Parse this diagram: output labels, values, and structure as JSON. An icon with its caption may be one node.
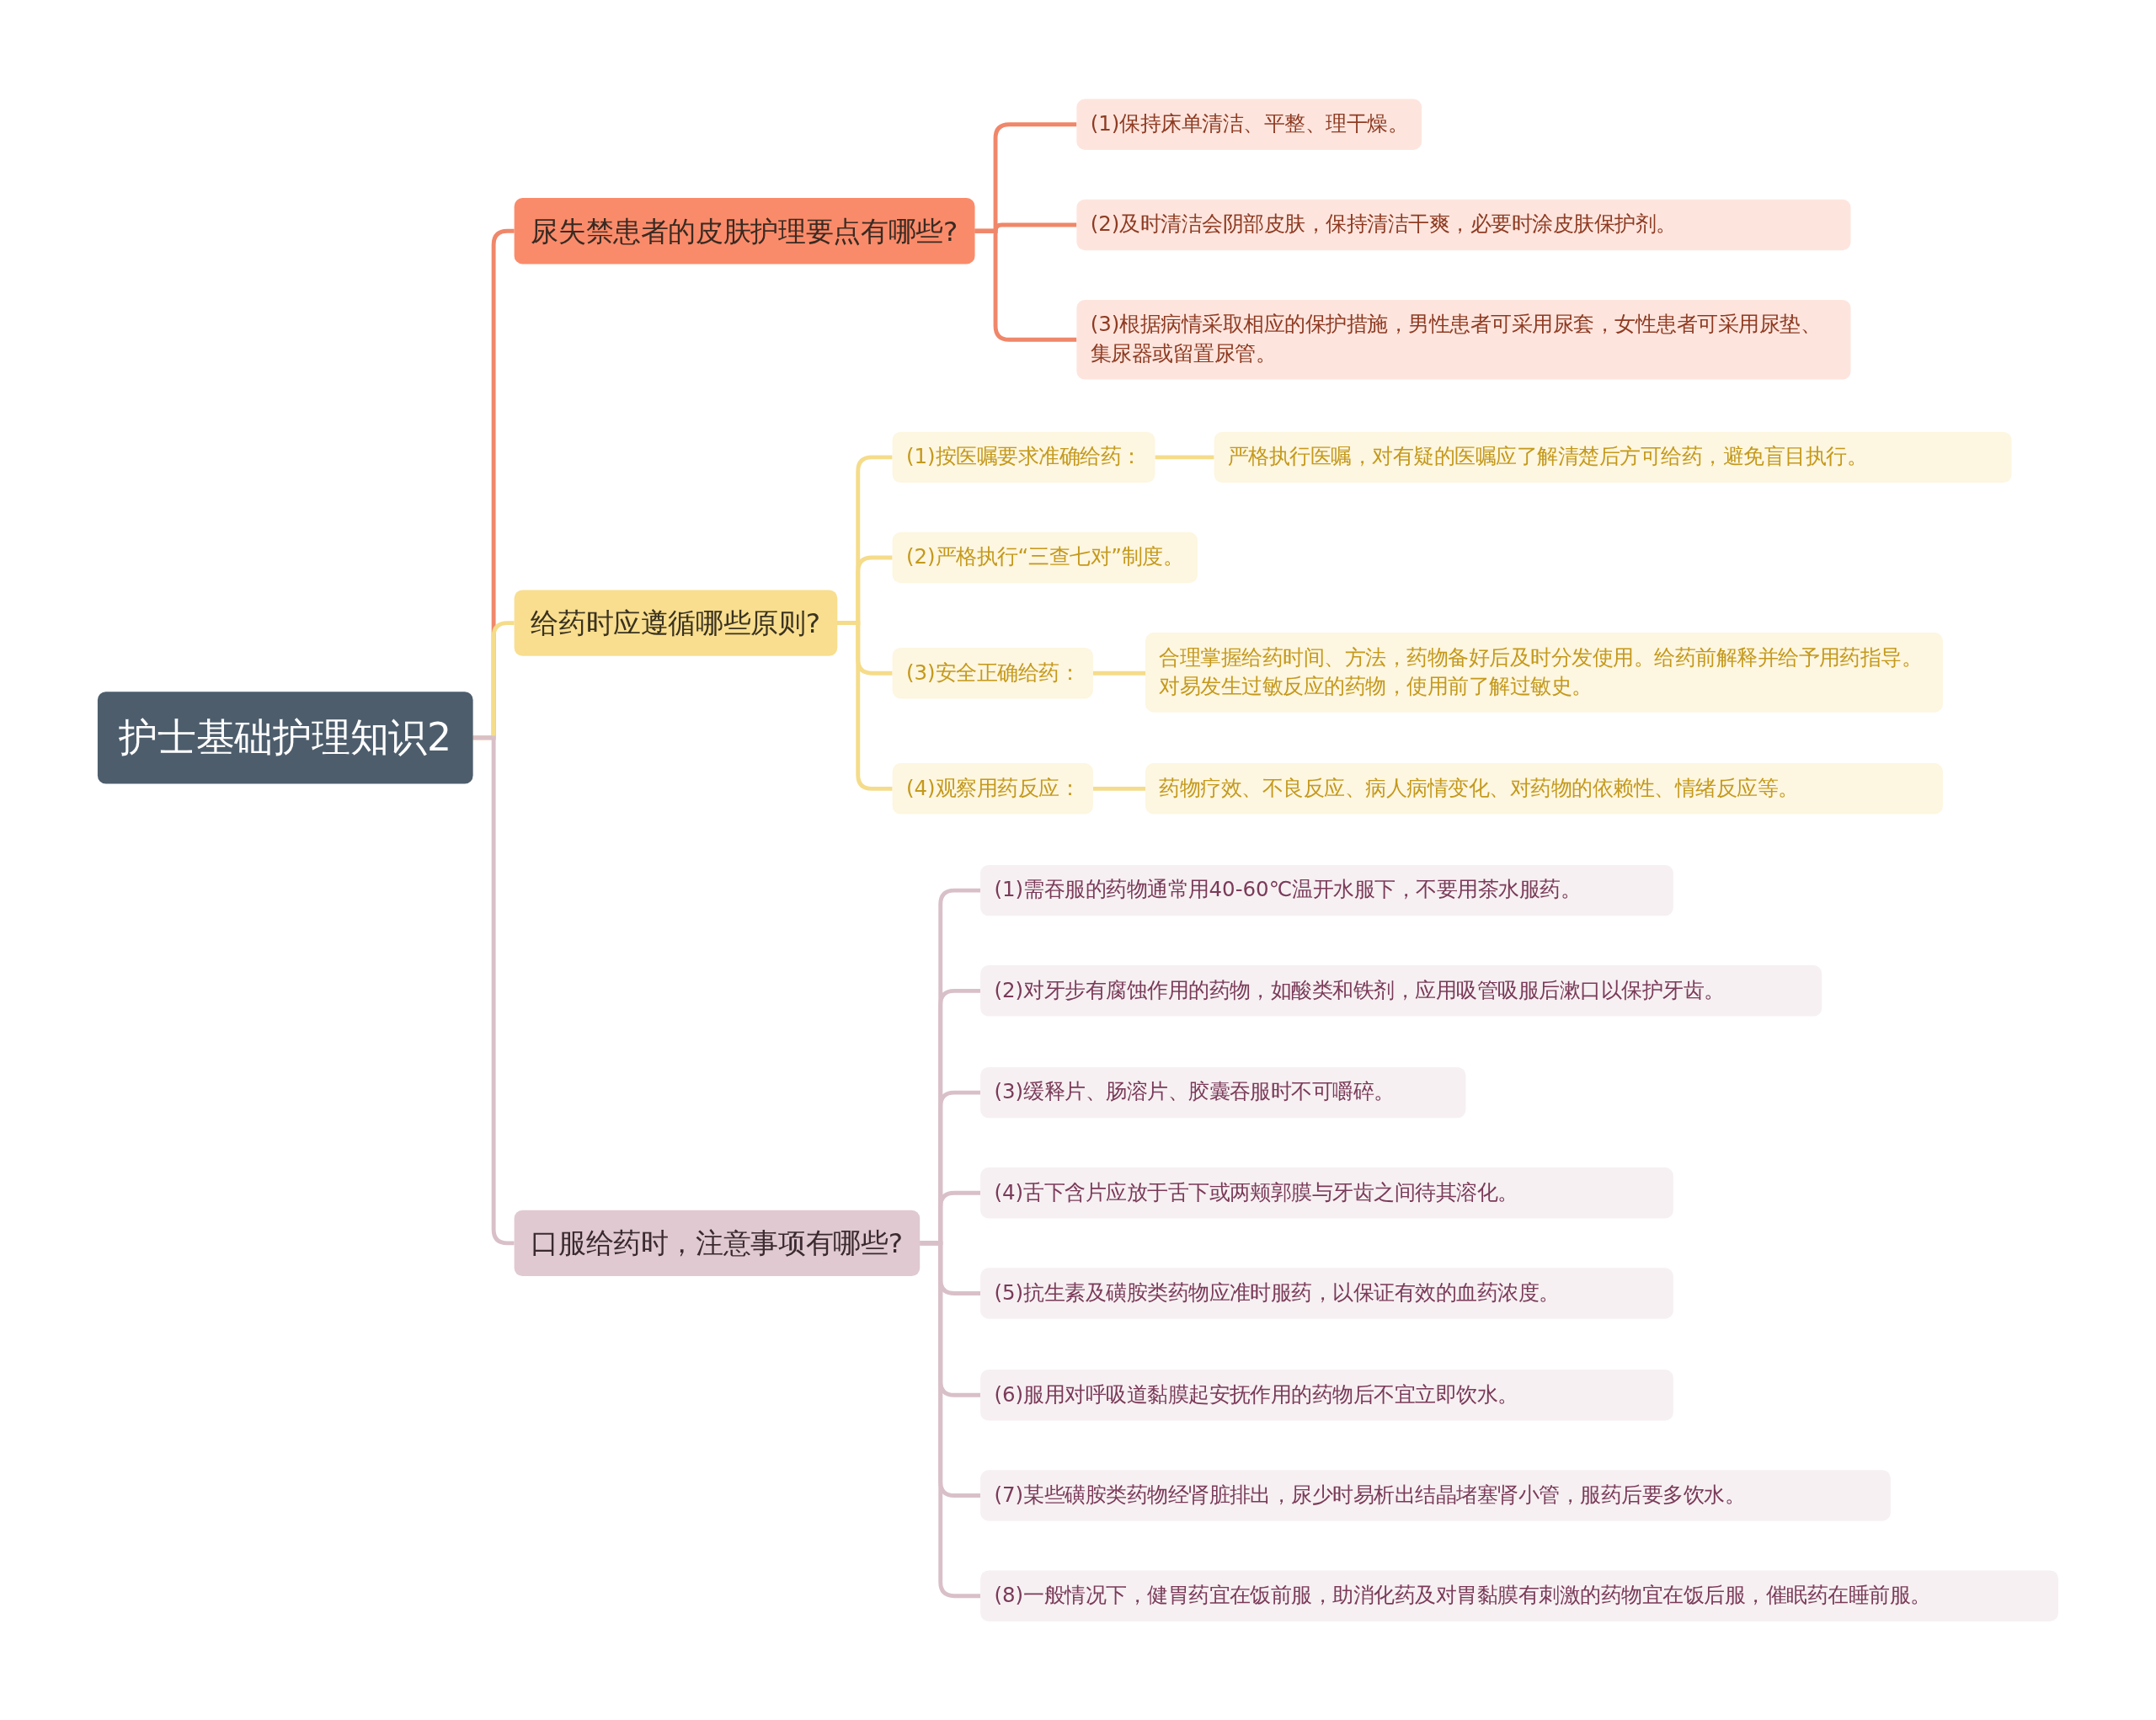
{
  "diagram": {
    "nodes": [
      {
        "text": [
          "护士基础护理知识2"
        ]
      },
      {
        "text": [
          "尿失禁患者的皮肤护理要点有哪些?"
        ]
      },
      {
        "text": [
          "(1)保持床单清洁、平整、理干燥。"
        ]
      },
      {
        "text": [
          "(2)及时清洁会阴部皮肤，保持清洁干爽，必要时涂皮肤保护剂。"
        ]
      },
      {
        "text": [
          "(3)根据病情采取相应的保护措施，男性患者可采用尿套，女性患者可采用尿垫、集尿器或留置尿管。"
        ]
      },
      {
        "text": [
          "给药时应遵循哪些原则?"
        ]
      },
      {
        "text": [
          "(1)按医嘱要求准确给药："
        ]
      },
      {
        "text": [
          "严格执行医嘱，对有疑的医嘱应了解清楚后方可给药，避免盲目执行。"
        ]
      },
      {
        "text": [
          "(2)严格执行“三查七对”制度。"
        ]
      },
      {
        "text": [
          "(3)安全正确给药："
        ]
      },
      {
        "text": [
          "合理掌握给药时间、方法，药物备好后及时分发使用。给药前解释并给予用药指导。对易发生过敏反应的药物，使用前了解过敏史。"
        ]
      },
      {
        "text": [
          "(4)观察用药反应："
        ]
      },
      {
        "text": [
          "药物疗效、不良反应、病人病情变化、对药物的依赖性、情绪反应等。"
        ]
      },
      {
        "text": [
          "口服给药时，注意事项有哪些?"
        ]
      },
      {
        "text": [
          "(1)需吞服的药物通常用40-60℃温开水服下，不要用茶水服药。"
        ]
      },
      {
        "text": [
          "(2)对牙步有腐蚀作用的药物，如酸类和铁剂，应用吸管吸服后漱口以保护牙齿。"
        ]
      },
      {
        "text": [
          "(3)缓释片、肠溶片、胶囊吞服时不可嚼碎。"
        ]
      },
      {
        "text": [
          "(4)舌下含片应放于舌下或两颊郭膜与牙齿之间待其溶化。"
        ]
      },
      {
        "text": [
          "(5)抗生素及磺胺类药物应准时服药，以保证有效的血药浓度。"
        ]
      },
      {
        "text": [
          "(6)服用对呼吸道黏膜起安抚作用的药物后不宜立即饮水。"
        ]
      },
      {
        "text": [
          "(7)某些磺胺类药物经肾脏排出，尿少时易析出结晶堵塞肾小管，服药后要多饮水。"
        ]
      },
      {
        "text": [
          "(8)一般情况下，健胃药宜在饭前服，助消化药及对胃黏膜有刺激的药物宜在饭后服，催眠药在睡前服。"
        ]
      }
    ],
    "edges": [
      {
        "from": 0,
        "to": 1,
        "arrow": "none",
        "color": "#f0876a"
      },
      {
        "from": 0,
        "to": 5,
        "arrow": "none",
        "color": "#f5dc8a"
      },
      {
        "from": 0,
        "to": 13,
        "arrow": "none"
      },
      {
        "from": 1,
        "to": 2,
        "arrow": "none",
        "color": "#f0876a"
      },
      {
        "from": 1,
        "to": 3,
        "arrow": "none",
        "color": "#f0876a"
      },
      {
        "from": 1,
        "to": 4,
        "arrow": "none",
        "color": "#f0876a"
      },
      {
        "from": 5,
        "to": 6,
        "arrow": "none",
        "color": "#f5dc8a"
      },
      {
        "from": 5,
        "to": 8,
        "arrow": "none",
        "color": "#f5dc8a"
      },
      {
        "from": 5,
        "to": 9,
        "arrow": "none",
        "color": "#f5dc8a"
      },
      {
        "from": 5,
        "to": 11,
        "arrow": "none",
        "color": "#f5dc8a"
      },
      {
        "from": 6,
        "to": 7,
        "arrow": "none",
        "color": "#f5dc8a"
      },
      {
        "from": 9,
        "to": 10,
        "arrow": "none",
        "color": "#f5dc8a"
      },
      {
        "from": 11,
        "to": 12,
        "arrow": "none",
        "color": "#f5dc8a"
      },
      {
        "from": 13,
        "to": 14,
        "arrow": "none"
      },
      {
        "from": 13,
        "to": 15,
        "arrow": "none"
      },
      {
        "from": 13,
        "to": 16,
        "arrow": "none"
      },
      {
        "from": 13,
        "to": 17,
        "arrow": "none"
      },
      {
        "from": 13,
        "to": 18,
        "arrow": "none"
      },
      {
        "from": 13,
        "to": 19,
        "arrow": "none"
      },
      {
        "from": 13,
        "to": 20,
        "arrow": "none"
      },
      {
        "from": 13,
        "to": 21,
        "arrow": "none"
      }
    ]
  }
}
